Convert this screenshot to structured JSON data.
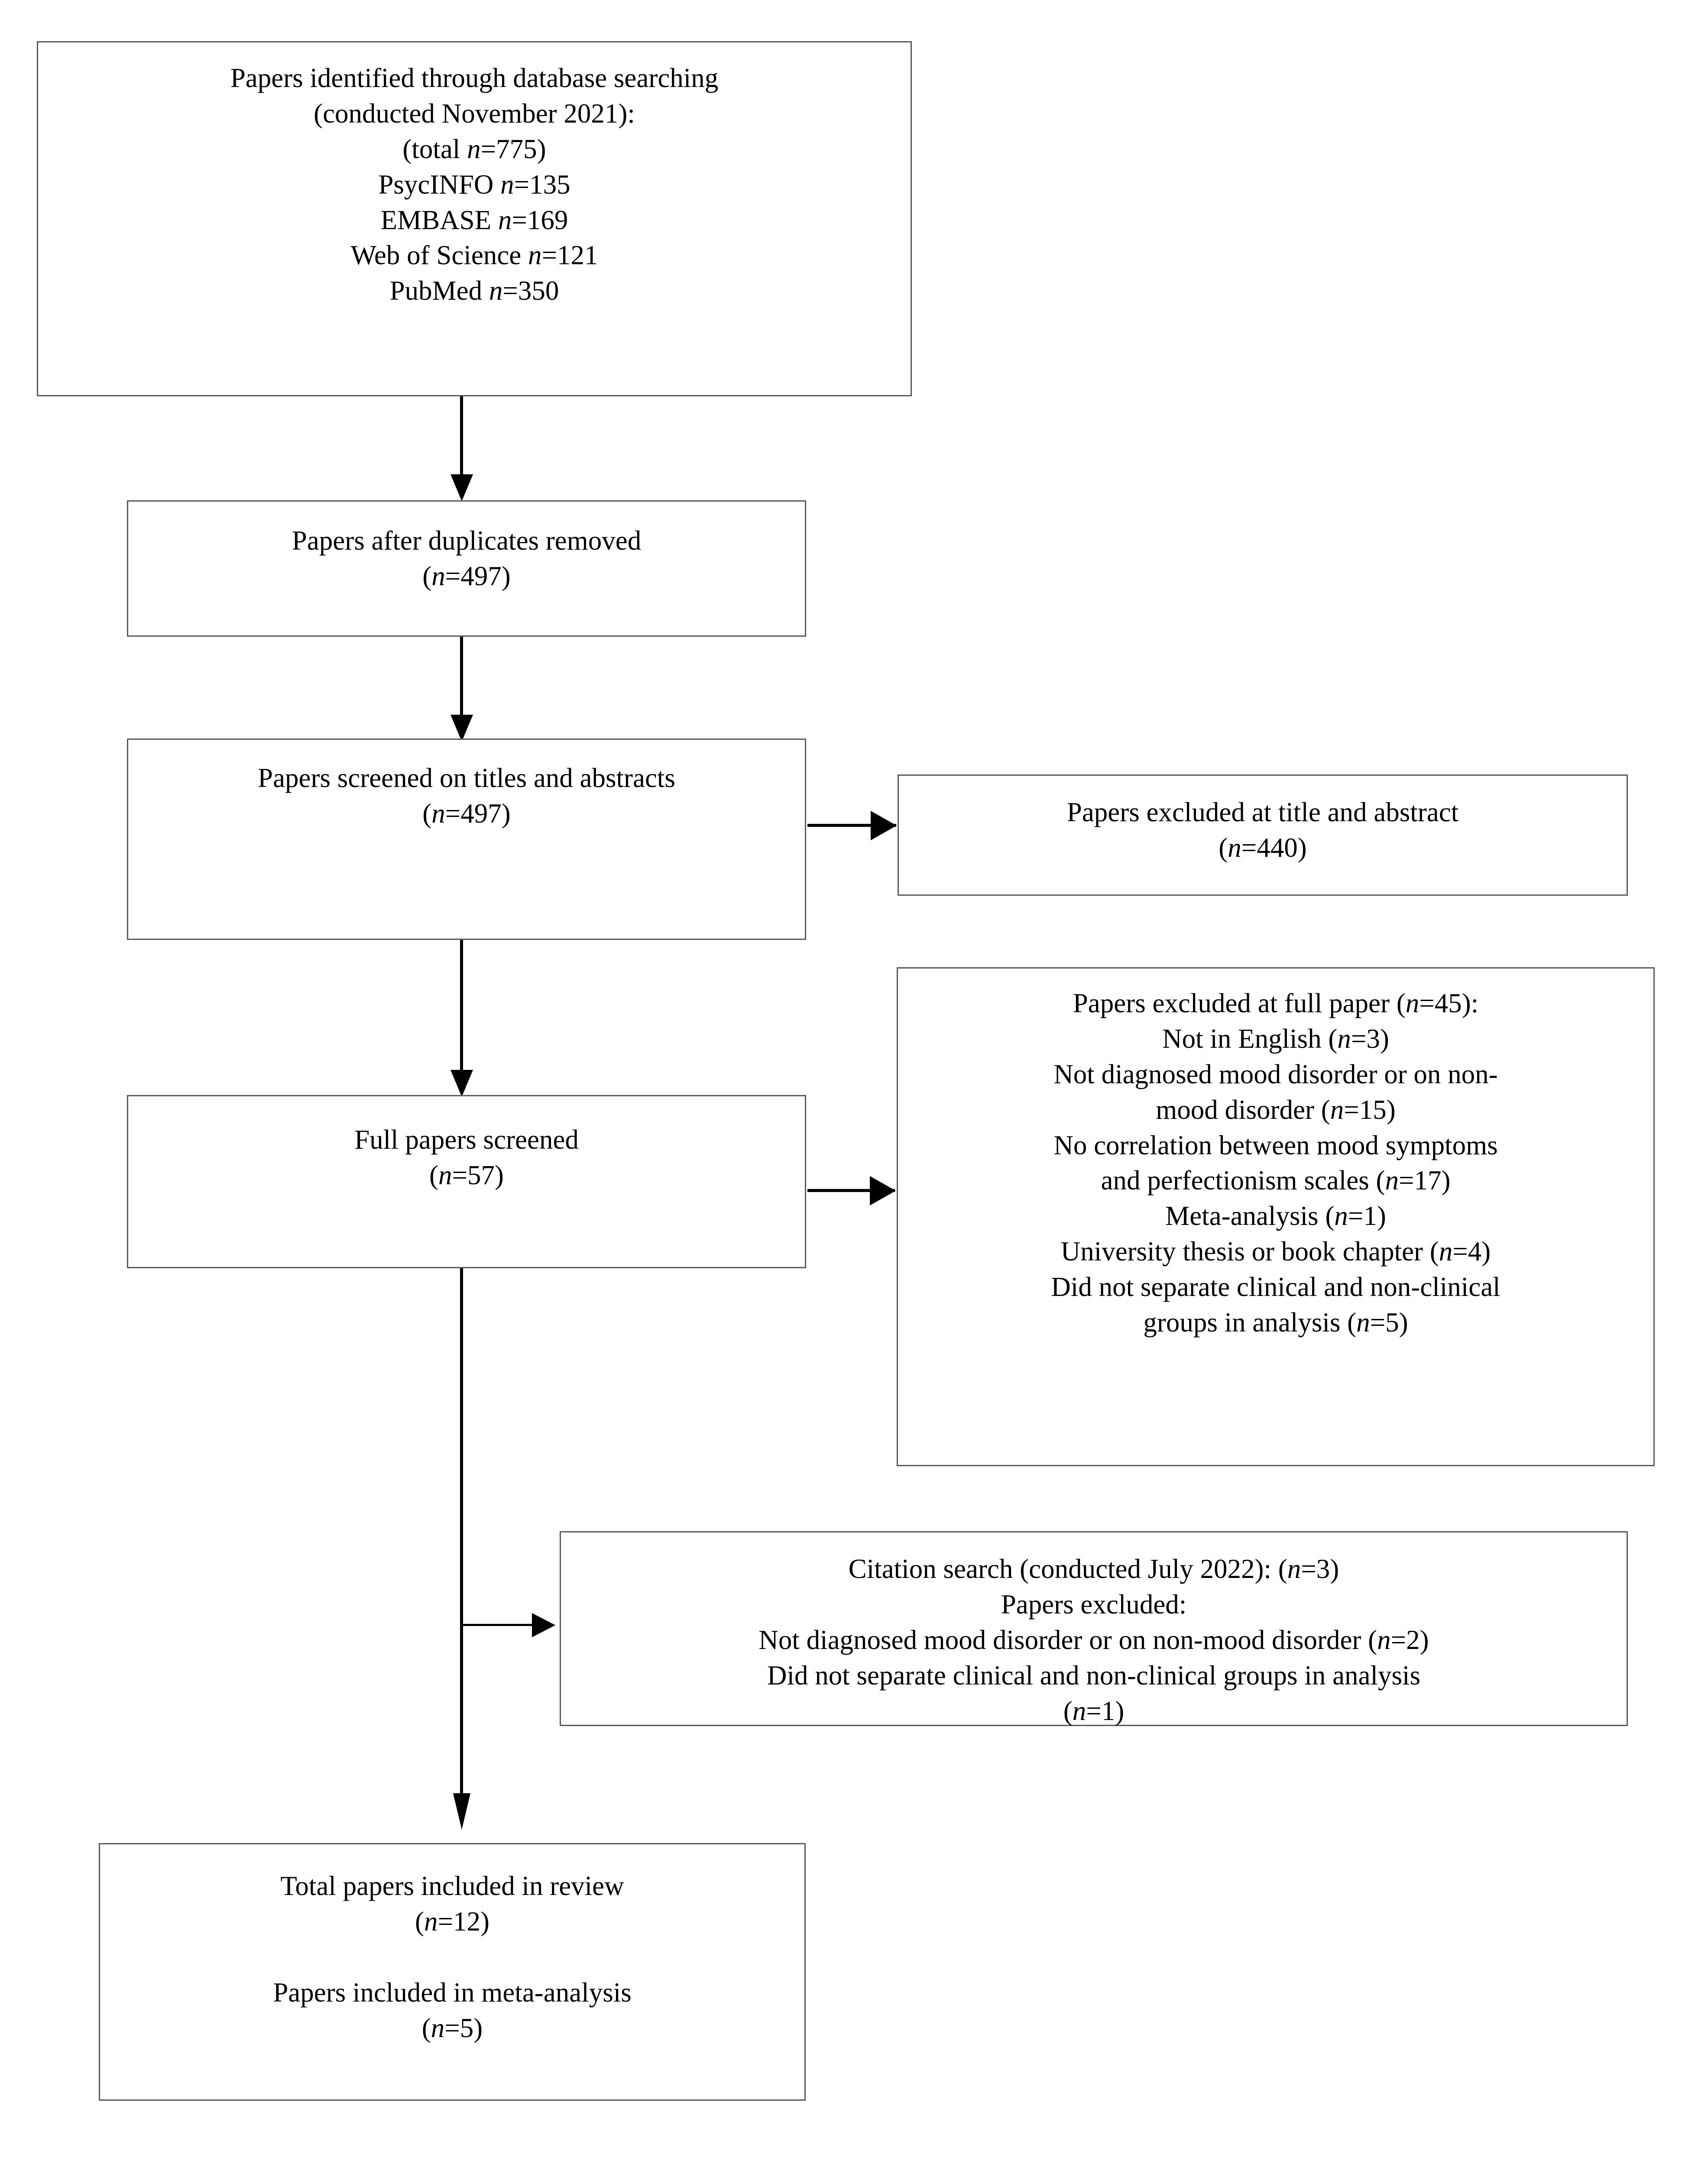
{
  "diagram": {
    "type": "prisma-flow-diagram",
    "title": "PRISMA study selection flow diagram",
    "boxes": [
      {
        "id": "identified",
        "name": "papers-identified-box",
        "lines": [
          "Papers identified through database searching",
          "(conducted November 2021):",
          "(total n=775)",
          "PsycINFO n=135",
          "EMBASE n=169",
          "Web of Science n=121",
          "PubMed n=350"
        ]
      },
      {
        "id": "duplicates-removed",
        "name": "papers-after-duplicates-box",
        "lines": [
          "Papers after duplicates removed",
          "(n=497)"
        ]
      },
      {
        "id": "screened-title-abstract",
        "name": "papers-screened-titles-abstracts-box",
        "lines": [
          "Papers screened on titles and abstracts",
          "(n=497)"
        ]
      },
      {
        "id": "excluded-title-abstract",
        "name": "papers-excluded-title-abstract-box",
        "lines": [
          "Papers excluded at title and abstract",
          "(n=440)"
        ]
      },
      {
        "id": "full-papers-screened",
        "name": "full-papers-screened-box",
        "lines": [
          "Full papers screened",
          "(n=57)"
        ]
      },
      {
        "id": "excluded-full-paper",
        "name": "papers-excluded-full-paper-box",
        "lines": [
          "Papers excluded at full paper (n=45):",
          "Not in English (n=3)",
          "Not diagnosed mood disorder or on non-",
          "mood disorder (n=15)",
          "No correlation between mood symptoms",
          "and perfectionism scales (n=17)",
          "Meta-analysis (n=1)",
          "University thesis or book chapter (n=4)",
          "Did not separate clinical and non-clinical",
          "groups in analysis (n=5)"
        ]
      },
      {
        "id": "citation-search",
        "name": "citation-search-box",
        "lines": [
          "Citation search (conducted July 2022): (n=3)",
          "Papers excluded:",
          "Not diagnosed mood disorder or on non-mood disorder (n=2)",
          "Did not separate clinical and non-clinical groups in analysis",
          "(n=1)"
        ]
      },
      {
        "id": "included",
        "name": "total-papers-included-box",
        "lines": [
          "Total papers included in review",
          "(n=12)",
          "",
          "Papers included in meta-analysis",
          "(n=5)"
        ]
      }
    ],
    "counts": {
      "total_identified": 775,
      "psycinfo": 135,
      "embase": 169,
      "web_of_science": 121,
      "pubmed": 350,
      "after_duplicates": 497,
      "screened_title_abstract": 497,
      "excluded_title_abstract": 440,
      "full_papers_screened": 57,
      "excluded_full_paper_total": 45,
      "excluded_not_english": 3,
      "excluded_not_mood_disorder": 15,
      "excluded_no_correlation": 17,
      "excluded_meta_analysis": 1,
      "excluded_thesis_or_chapter": 4,
      "excluded_not_separated_groups": 5,
      "citation_search_found": 3,
      "citation_excluded_not_mood_disorder": 2,
      "citation_excluded_not_separated_groups": 1,
      "included_in_review": 12,
      "included_in_meta_analysis": 5
    },
    "dates": {
      "database_search": "November 2021",
      "citation_search": "July 2022"
    },
    "colors": {
      "box_border": "#595959",
      "connector": "#000000",
      "background": "#ffffff",
      "text": "#000000"
    }
  },
  "box1": {
    "l1": "Papers identified through database searching",
    "l2": "(conducted November 2021):",
    "l3a": "(total ",
    "l3b": "n",
    "l3c": "=775)",
    "l4a": "PsycINFO ",
    "l4b": "n",
    "l4c": "=135",
    "l5a": "EMBASE ",
    "l5b": "n",
    "l5c": "=169",
    "l6a": "Web of Science ",
    "l6b": "n",
    "l6c": "=121",
    "l7a": "PubMed ",
    "l7b": "n",
    "l7c": "=350"
  },
  "box2": {
    "l1": "Papers after duplicates removed",
    "l2a": "(",
    "l2b": "n",
    "l2c": "=497)"
  },
  "box3": {
    "l1": "Papers screened on titles and abstracts",
    "l2a": "(",
    "l2b": "n",
    "l2c": "=497)"
  },
  "box4": {
    "l1": "Papers excluded at title and abstract",
    "l2a": "(",
    "l2b": "n",
    "l2c": "=440)"
  },
  "box5": {
    "l1": "Full papers screened",
    "l2a": "(",
    "l2b": "n",
    "l2c": "=57)"
  },
  "box6": {
    "l1a": "Papers excluded at full paper (",
    "l1b": "n",
    "l1c": "=45):",
    "l2a": "Not in English (",
    "l2b": "n",
    "l2c": "=3)",
    "l3": "Not diagnosed mood disorder or on non-",
    "l4a": "mood disorder (",
    "l4b": "n",
    "l4c": "=15)",
    "l5": "No correlation between mood symptoms",
    "l6a": "and perfectionism scales (",
    "l6b": "n",
    "l6c": "=17)",
    "l7a": "Meta-analysis (",
    "l7b": "n",
    "l7c": "=1)",
    "l8a": "University thesis or book chapter (",
    "l8b": "n",
    "l8c": "=4)",
    "l9": "Did not separate clinical and non-clinical",
    "l10a": "groups in analysis (",
    "l10b": "n",
    "l10c": "=5)"
  },
  "box7": {
    "l1a": "Citation search (conducted July 2022): (",
    "l1b": "n",
    "l1c": "=3)",
    "l2": "Papers excluded:",
    "l3a": "Not diagnosed mood disorder or on non-mood disorder (",
    "l3b": "n",
    "l3c": "=2)",
    "l4": "Did not separate clinical and non-clinical groups in analysis",
    "l5a": "(",
    "l5b": "n",
    "l5c": "=1)"
  },
  "box8": {
    "l1": "Total papers included in review",
    "l2a": "(",
    "l2b": "n",
    "l2c": "=12)",
    "l3": "Papers included in meta-analysis",
    "l4a": "(",
    "l4b": "n",
    "l4c": "=5)"
  }
}
